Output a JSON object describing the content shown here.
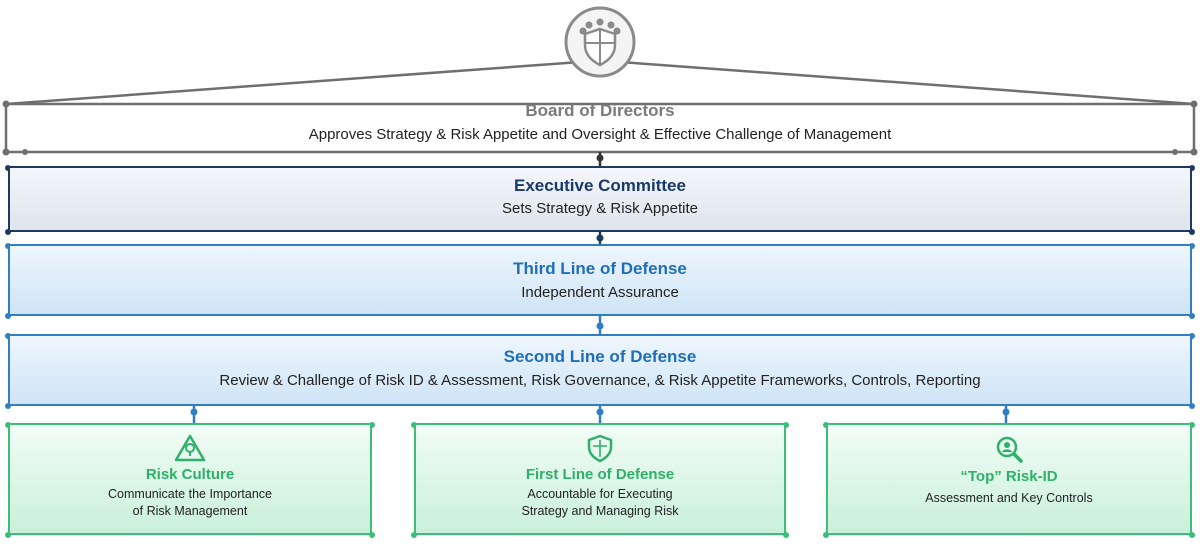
{
  "board": {
    "title": "Board of Directors",
    "description": "Approves Strategy & Risk Appetite and Oversight & Effective Challenge of Management",
    "icon": "board-shield-people-icon"
  },
  "executive": {
    "title": "Executive Committee",
    "description": "Sets Strategy & Risk Appetite"
  },
  "third_line": {
    "title": "Third Line of Defense",
    "description": "Independent Assurance"
  },
  "second_line": {
    "title": "Second Line of Defense",
    "description": "Review & Challenge of Risk ID & Assessment,  Risk Governance, & Risk Appetite Frameworks, Controls, Reporting"
  },
  "bottom_boxes": [
    {
      "title": "Risk Culture",
      "lines": [
        "Communicate the Importance",
        "of Risk Management"
      ],
      "icon": "warning-triangle-icon"
    },
    {
      "title": "First Line of Defense",
      "lines": [
        "Accountable for Executing",
        "Strategy and Managing Risk"
      ],
      "icon": "shield-icon"
    },
    {
      "title": "“Top” Risk-ID",
      "lines": [
        "Assessment and Key Controls"
      ],
      "icon": "magnifier-search-icon"
    }
  ],
  "colors": {
    "board": "#7a7a7a",
    "executive": "#173a6b",
    "lines_of_defense": "#1f6fb8",
    "green": "#2fb06a"
  }
}
